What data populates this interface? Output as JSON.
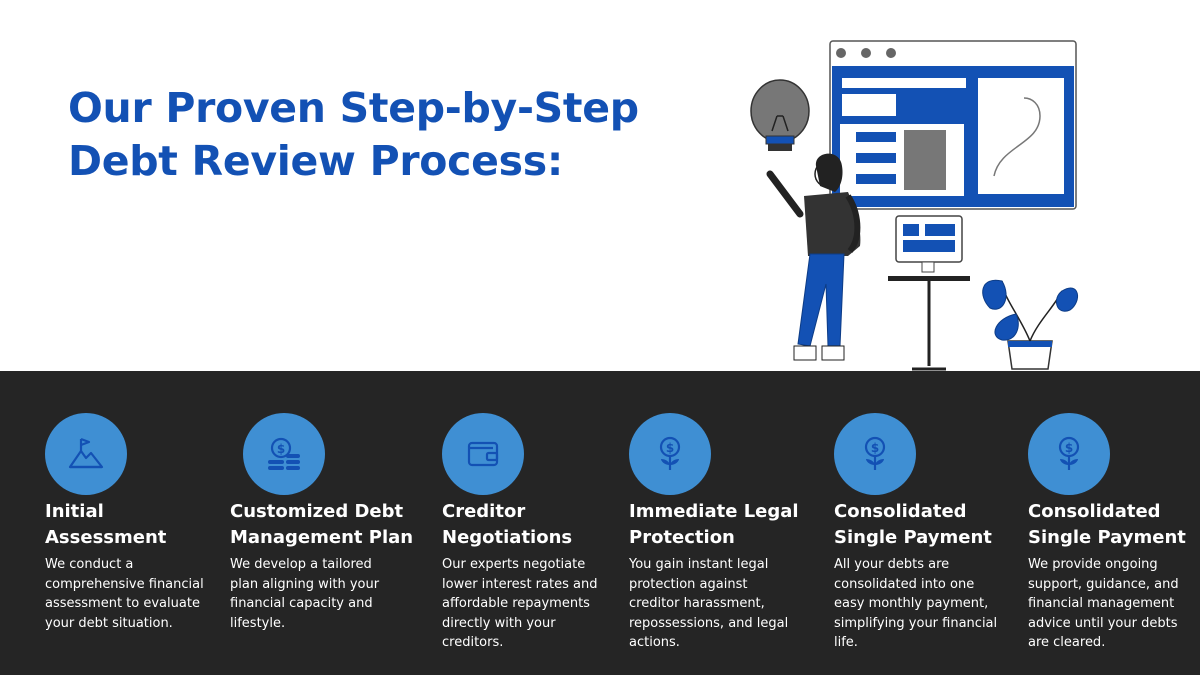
{
  "title": {
    "line1": "Our Proven Step-by-Step",
    "line2": "Debt Review Process:"
  },
  "colors": {
    "accent": "#1351b4",
    "circle": "#3f8fd3",
    "dark_band": "#252525",
    "text_light": "#ffffff"
  },
  "steps": [
    {
      "icon": "mountain-flag-icon",
      "heading_line1": "Initial",
      "heading_line2": "Assessment",
      "description": "We conduct a comprehensive financial assessment to evaluate your debt situation."
    },
    {
      "icon": "coins-dollar-icon",
      "heading_line1": "Customized Debt",
      "heading_line2": "Management Plan",
      "description": "We develop a tailored plan aligning with your financial capacity and lifestyle."
    },
    {
      "icon": "wallet-icon",
      "heading_line1": "Creditor",
      "heading_line2": "Negotiations",
      "description": "Our experts negotiate lower interest rates and affordable repayments directly with your creditors."
    },
    {
      "icon": "money-plant-icon",
      "heading_line1": "Immediate Legal",
      "heading_line2": "Protection",
      "description": "You gain instant legal protection against creditor harassment, repossessions, and legal actions."
    },
    {
      "icon": "money-plant-icon",
      "heading_line1": "Consolidated",
      "heading_line2": "Single Payment",
      "description": "All your debts are consolidated into one easy monthly payment, simplifying your financial life."
    },
    {
      "icon": "money-plant-icon",
      "heading_line1": "Consolidated",
      "heading_line2": "Single Payment",
      "description": "We provide ongoing support, guidance, and financial management advice until your debts are cleared."
    }
  ]
}
